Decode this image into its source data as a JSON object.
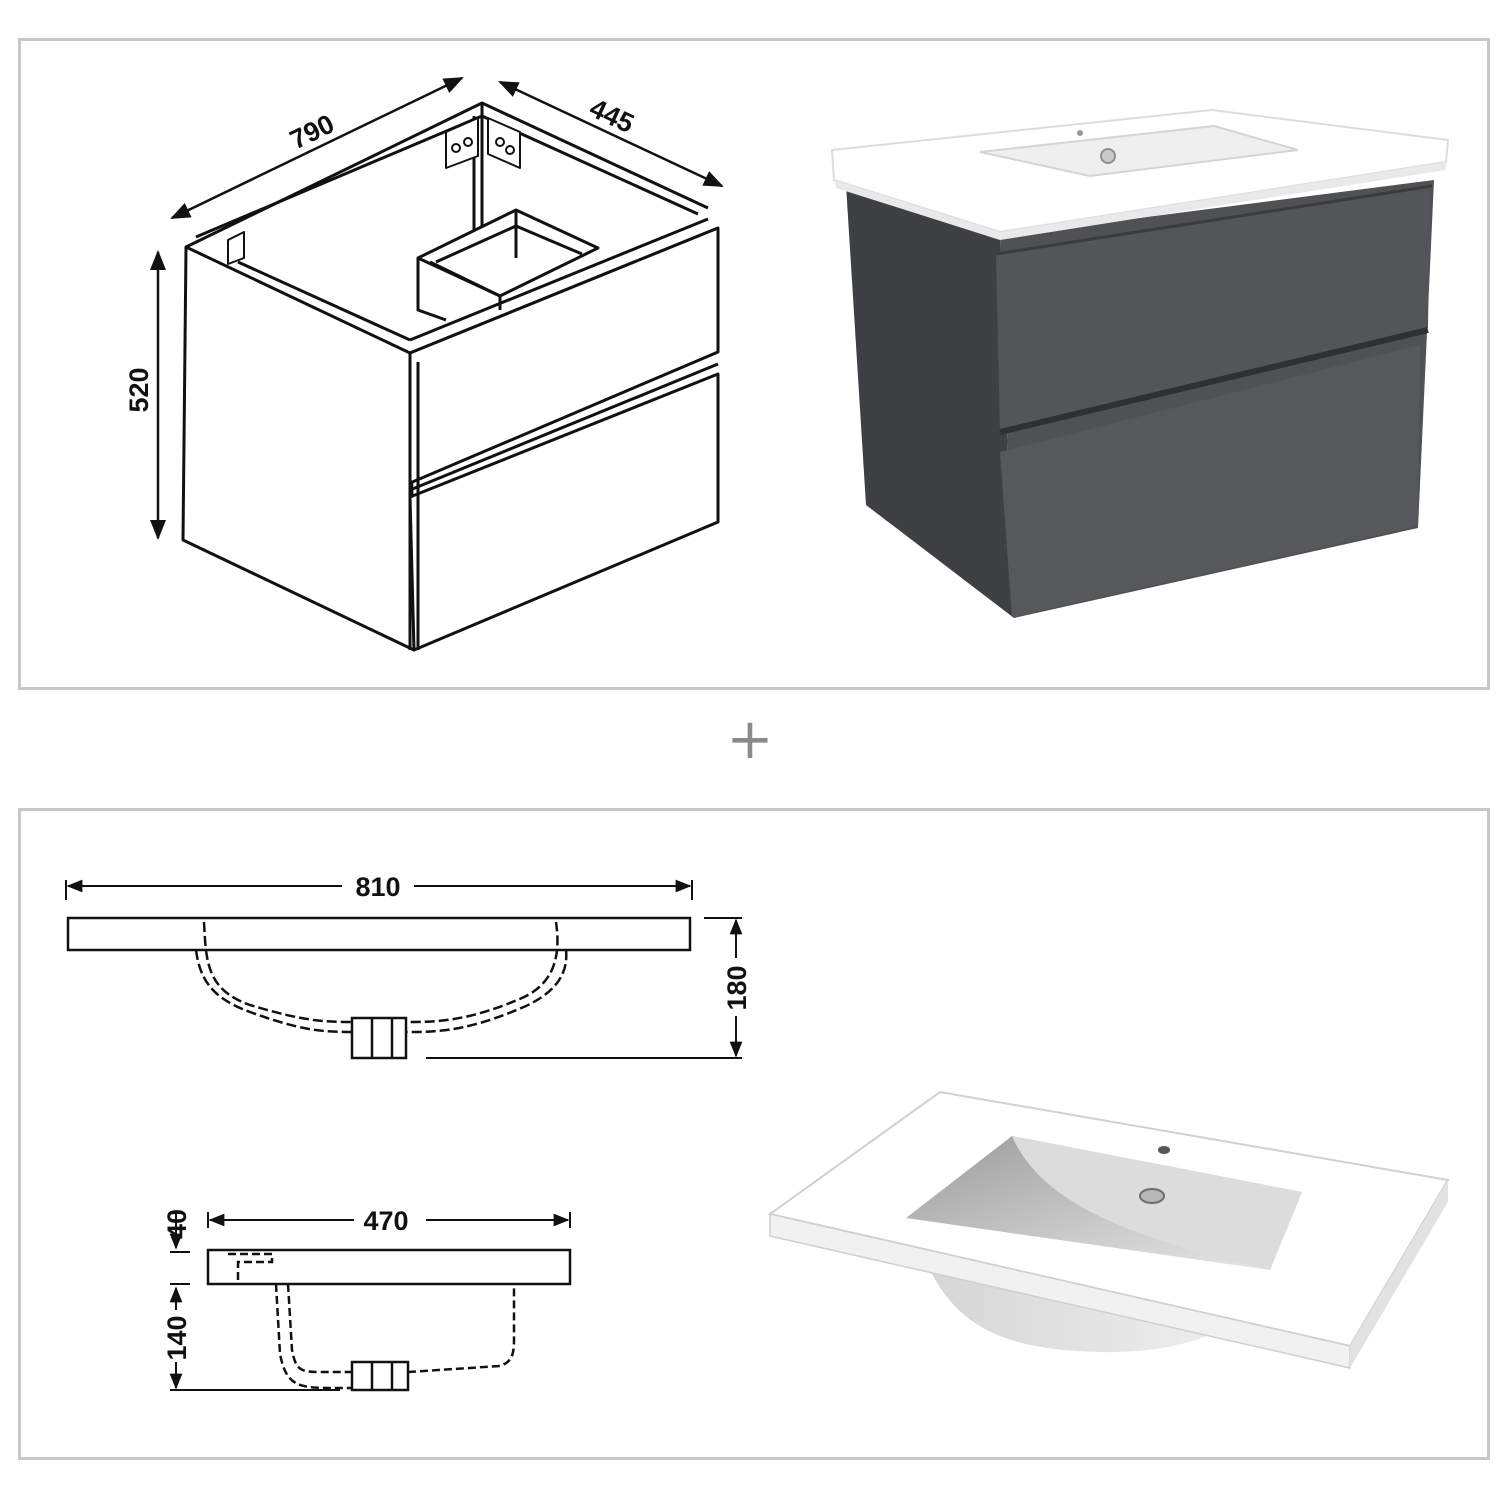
{
  "dimensions": {
    "cabinet_width": "790",
    "cabinet_depth": "445",
    "cabinet_height": "520",
    "basin_width": "810",
    "basin_height": "180",
    "basin_depth": "470",
    "basin_top_thickness": "40",
    "basin_bowl_depth": "140"
  },
  "separator": "+",
  "colors": {
    "cabinet": "#4a4c4f",
    "cabinet_dark": "#3a3c3f",
    "basin": "#ffffff",
    "panel_border": "#c8c8c8",
    "line": "#111111"
  },
  "icons": {
    "separator": "plus-icon"
  }
}
